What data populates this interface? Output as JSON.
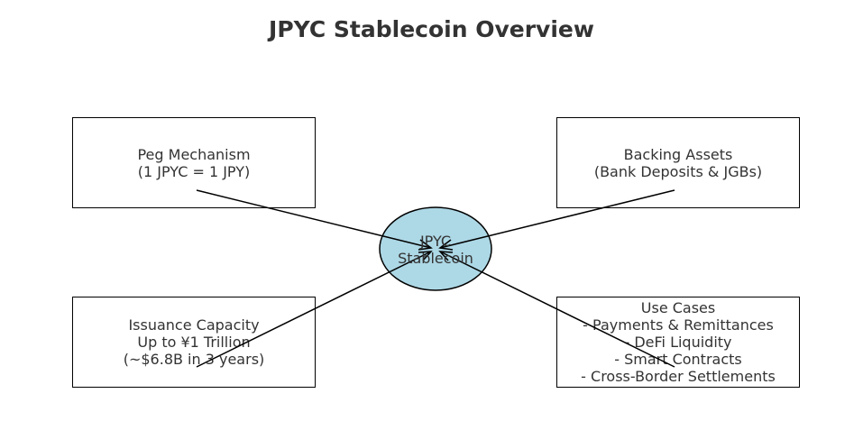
{
  "title": "JPYC Stablecoin Overview",
  "center": {
    "lines": [
      "JPYC",
      "Stablecoin"
    ],
    "fill": "#add8e6"
  },
  "boxes": {
    "peg": {
      "lines": [
        "Peg Mechanism",
        "(1 JPYC = 1 JPY)"
      ]
    },
    "backing": {
      "lines": [
        "Backing Assets",
        "(Bank Deposits & JGBs)"
      ]
    },
    "issuance": {
      "lines": [
        "Issuance Capacity",
        "Up to ¥1 Trillion",
        "(~$6.8B in 3 years)"
      ]
    },
    "use_cases": {
      "lines": [
        "Use Cases",
        "- Payments & Remittances",
        "- DeFi Liquidity",
        "- Smart Contracts",
        "- Cross-Border Settlements"
      ]
    }
  },
  "colors": {
    "border": "#000000",
    "text": "#333333"
  }
}
